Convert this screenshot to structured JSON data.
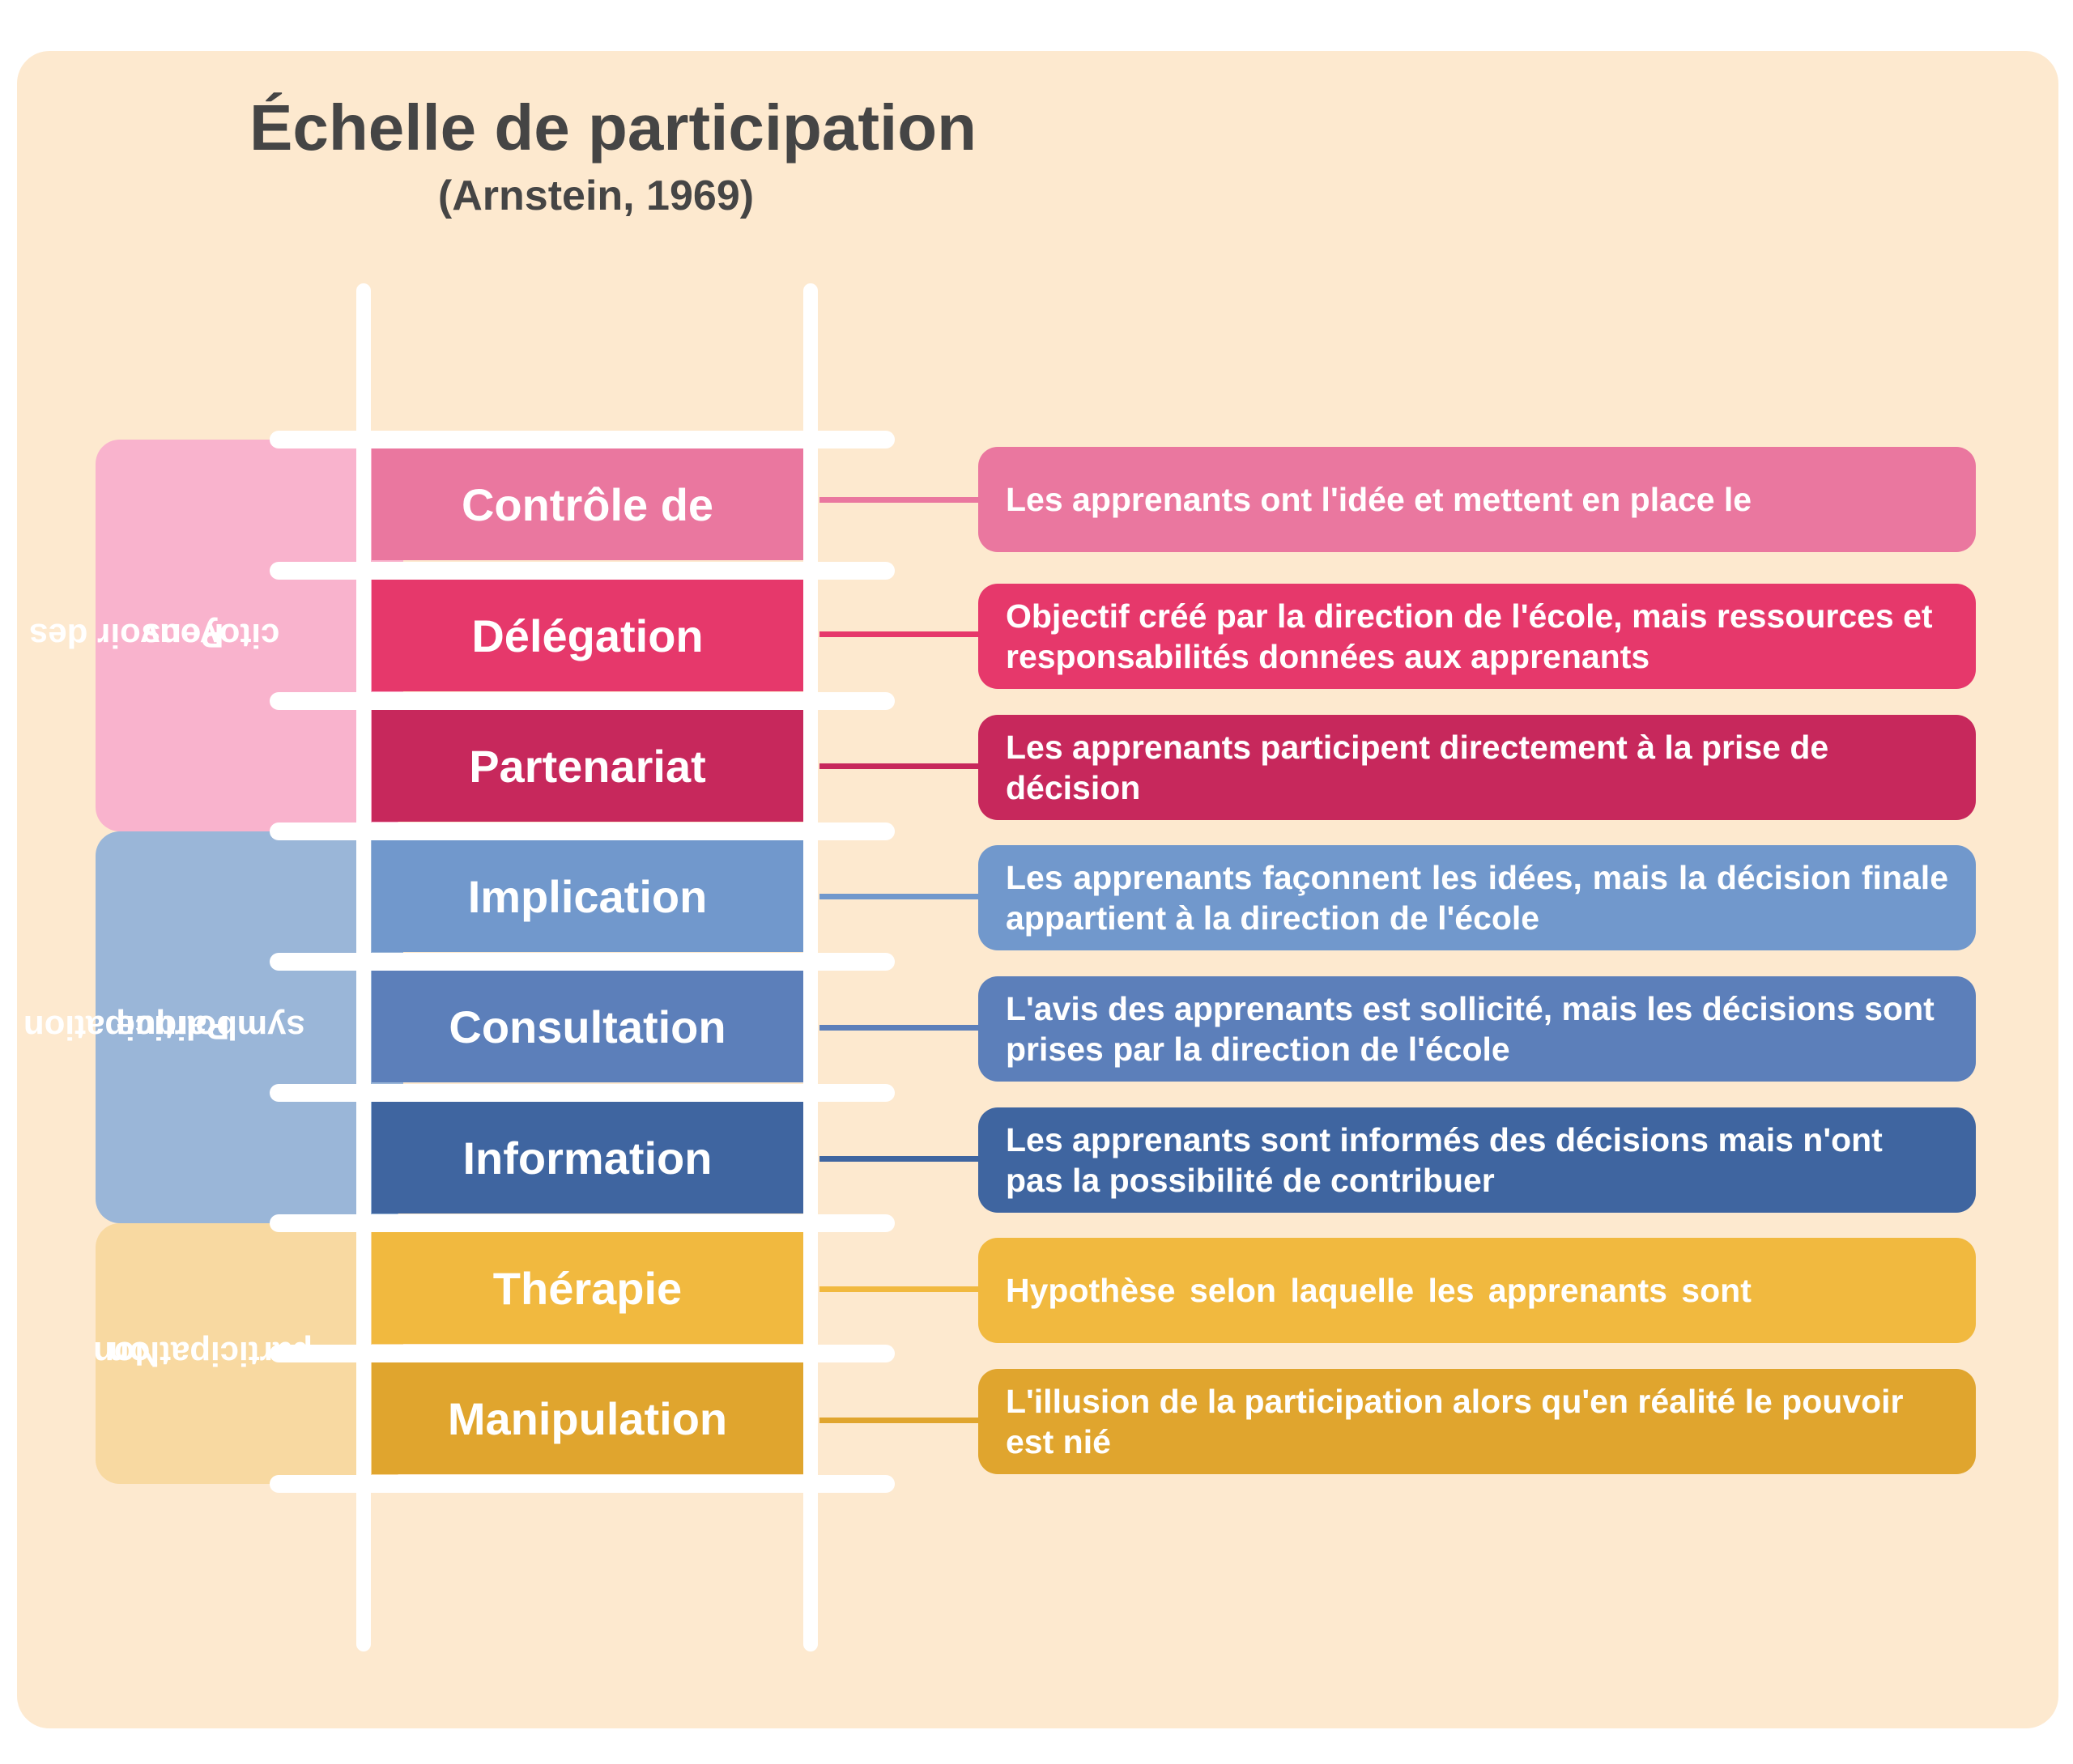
{
  "title": "Échelle de participation",
  "subtitle": "(Arnstein, 1969)",
  "groups": [
    {
      "label_line1": "Pouvoir des",
      "label_line2": "citoyens",
      "color": "#f9b3cd"
    },
    {
      "label_line1": "Participation",
      "label_line2": "symbolique",
      "color": "#9ab6d8"
    },
    {
      "label_line1": "Non",
      "label_line2": "participation",
      "color": "#f8d9a1"
    }
  ],
  "steps": [
    {
      "label": "Contrôle de",
      "description": "Les apprenants ont l'idée et mettent en place le",
      "color": "#ea779f"
    },
    {
      "label": "Délégation",
      "description": "Objectif créé par la direction de l'école, mais ressources et responsabilités données aux apprenants",
      "color": "#e6386b"
    },
    {
      "label": "Partenariat",
      "description": "Les apprenants participent directement à la prise de décision",
      "color": "#c7285c"
    },
    {
      "label": "Implication",
      "description": "Les apprenants façonnent les idées, mais la décision finale appartient à la direction de l'école",
      "color": "#7198cc"
    },
    {
      "label": "Consultation",
      "description": "L'avis des apprenants est sollicité, mais les décisions sont prises par la direction de l'école",
      "color": "#5c7fba"
    },
    {
      "label": "Information",
      "description": "Les apprenants sont informés des décisions mais n'ont pas la possibilité de contribuer",
      "color": "#3f65a0"
    },
    {
      "label": "Thérapie",
      "description": "Hypothèse selon laquelle les apprenants sont",
      "color": "#f1b93f"
    },
    {
      "label": "Manipulation",
      "description": "L'illusion de la participation alors qu'en réalité le pouvoir est nié",
      "color": "#e0a52e"
    }
  ]
}
